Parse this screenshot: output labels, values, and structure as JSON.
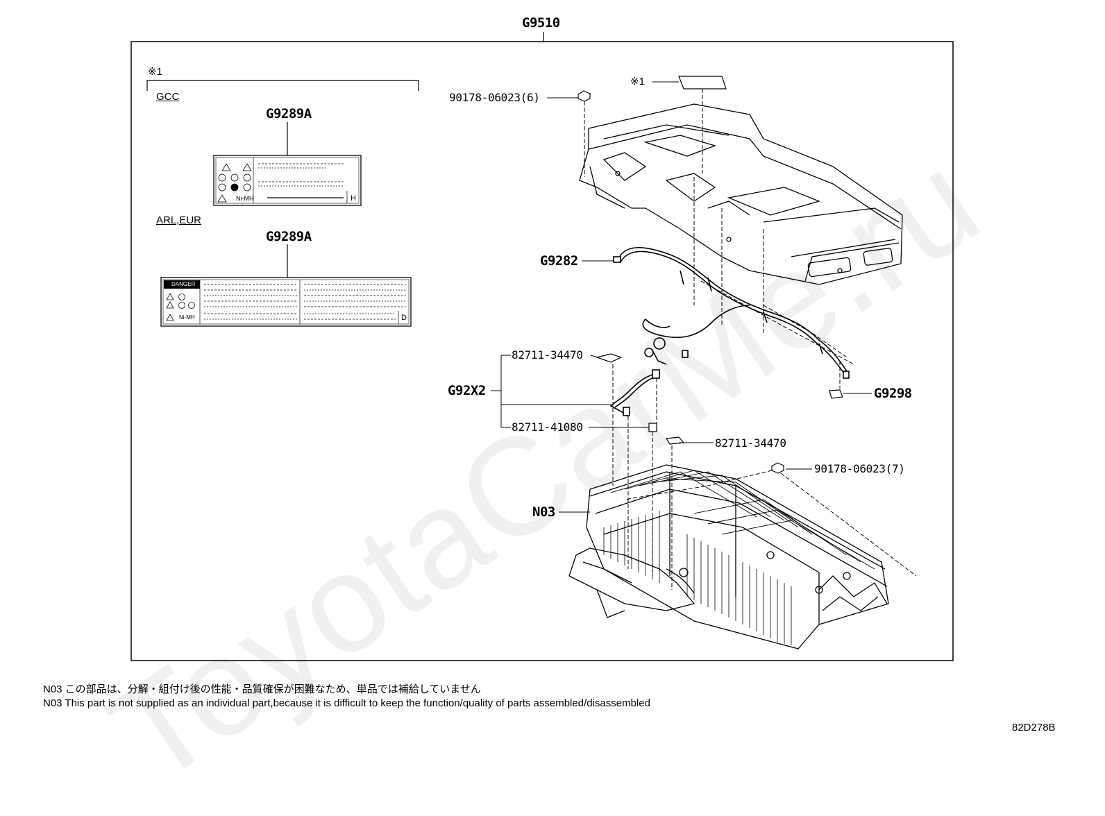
{
  "diagram": {
    "assembly_callout": "G9510",
    "note_symbol": "※1",
    "region_gcc": "GCC",
    "region_arl_eur": "ARL,EUR",
    "label_callout_1": "G9289A",
    "label_callout_2": "G9289A",
    "label_gcc": {
      "chem": "Ni-MH",
      "letter": "H"
    },
    "label_arl": {
      "header": "DANGER",
      "chem": "Ni-MH",
      "letter": "D"
    },
    "parts": {
      "nut_top": "90178-06023(6)",
      "note_ref": "※1",
      "wire_g9282": "G9282",
      "clip_1": "82711-34470",
      "wire_g92x2": "G92X2",
      "clip_2": "82711-41080",
      "clip_3": "82711-34470",
      "wire_g9298": "G9298",
      "nut_bottom": "90178-06023(7)",
      "module_n03": "N03"
    },
    "notes": [
      "N03 この部品は、分解・組付け後の性能・品質確保が困難なため、単品では補給していません",
      "N03 This part is not supplied as an  individual part,because it is difficult to keep the function/quality of parts assembled/disassembled"
    ],
    "figure_ref": "82D278B",
    "watermark": "ToyotaCarMe.ru"
  }
}
